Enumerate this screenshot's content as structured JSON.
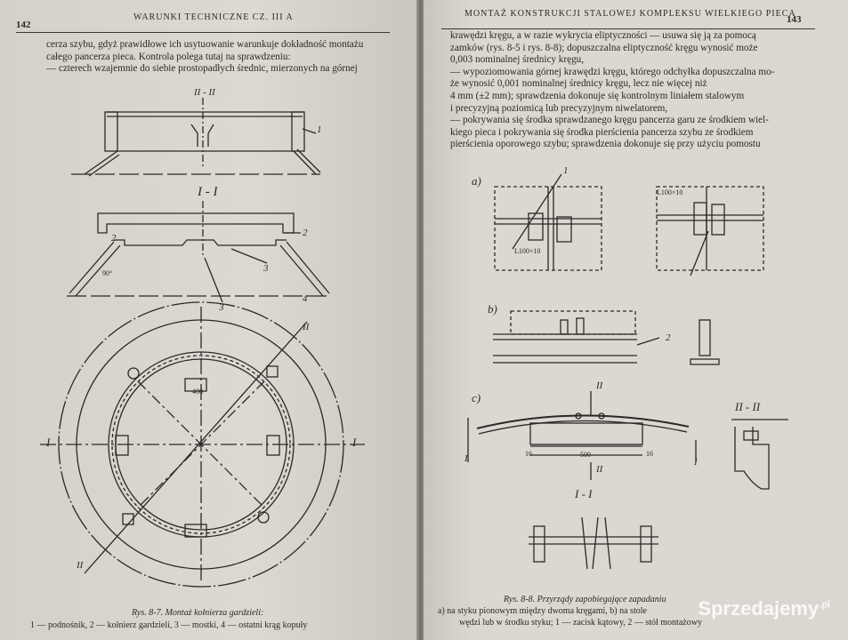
{
  "left_page": {
    "page_number": "142",
    "running_head": "WARUNKI TECHNICZNE CZ. III A",
    "text_lines": [
      "cerza szybu, gdyż prawidłowe ich usytuowanie warunkuje dokładność montażu",
      "całego pancerza pieca. Kontrola polega tutaj na sprawdzeniu:",
      "— czterech wzajemnie do siebie prostopadłych średnic, mierzonych na górnej"
    ],
    "figure_labels": {
      "section_2": "II - II",
      "section_1": "I - I",
      "axis_left": "I",
      "axis_right": "I",
      "cut_top": "II",
      "cut_bottom": "II",
      "dim_400": "400",
      "ref_1": "1",
      "ref_2": "2",
      "ref_3a": "3",
      "ref_3b": "3",
      "ref_4": "4",
      "ref_2b": "2",
      "angle_90": "90°"
    },
    "caption_title": "Rys. 8-7. Montaż kołnierza gardzieli:",
    "caption_legend": "1 — podnośnik, 2 — kołnierz gardzieli, 3 — mostki, 4 — ostatni krąg kopuły"
  },
  "right_page": {
    "page_number": "143",
    "running_head": "MONTAŻ KONSTRUKCJI STALOWEJ KOMPLEKSU WIELKIEGO PIECA",
    "text_lines": [
      "krawędzi kręgu, a w razie wykrycia eliptyczności — usuwa się ją za pomocą",
      "zamków (rys. 8-5 i rys. 8-8); dopuszczalna eliptyczność kręgu wynosić może",
      "0,003 nominalnej średnicy kręgu,",
      "— wypoziomowania górnej krawędzi kręgu, którego odchyłka dopuszczalna mo-",
      "że wynosić 0,001 nominalnej średnicy kręgu, lecz nie więcej niż",
      "4 mm (±2 mm); sprawdzenia dokonuje się kontrolnym liniałem stalowym",
      "i precyzyjną poziomicą lub precyzyjnym niwelatorem,",
      "— pokrywania się środka sprawdzanego kręgu pancerza garu ze środkiem wiel-",
      "kiego pieca i pokrywania się środka pierścienia pancerza szybu ze środkiem",
      "pierścienia oporowego szybu; sprawdzenia dokonuje się przy użyciu pomostu"
    ],
    "figure_labels": {
      "part_a": "a)",
      "part_b": "b)",
      "part_c": "c)",
      "angle_a1": "L100×10",
      "angle_a2": "L100×10",
      "ref_1": "1",
      "ref_2": "2",
      "sec_II_top": "II",
      "sec_II_bottom": "II",
      "sec_II_II": "II - II",
      "sec_I_I": "I - I",
      "axis_I_left": "I",
      "axis_I_right": "I",
      "dim_500": "500",
      "dim_16a": "16",
      "dim_16b": "16"
    },
    "caption_title": "Rys. 8-8. Przyrządy zapobiegające zapadaniu",
    "caption_line2": "a) na styku pionowym między dwoma kręgami, b) na stole",
    "caption_line3": "wędzi lub w środku styku; 1 — zacisk kątowy, 2 — stół montażowy"
  },
  "watermark": {
    "text": "Sprzedajemy",
    "suffix": ".pl"
  }
}
